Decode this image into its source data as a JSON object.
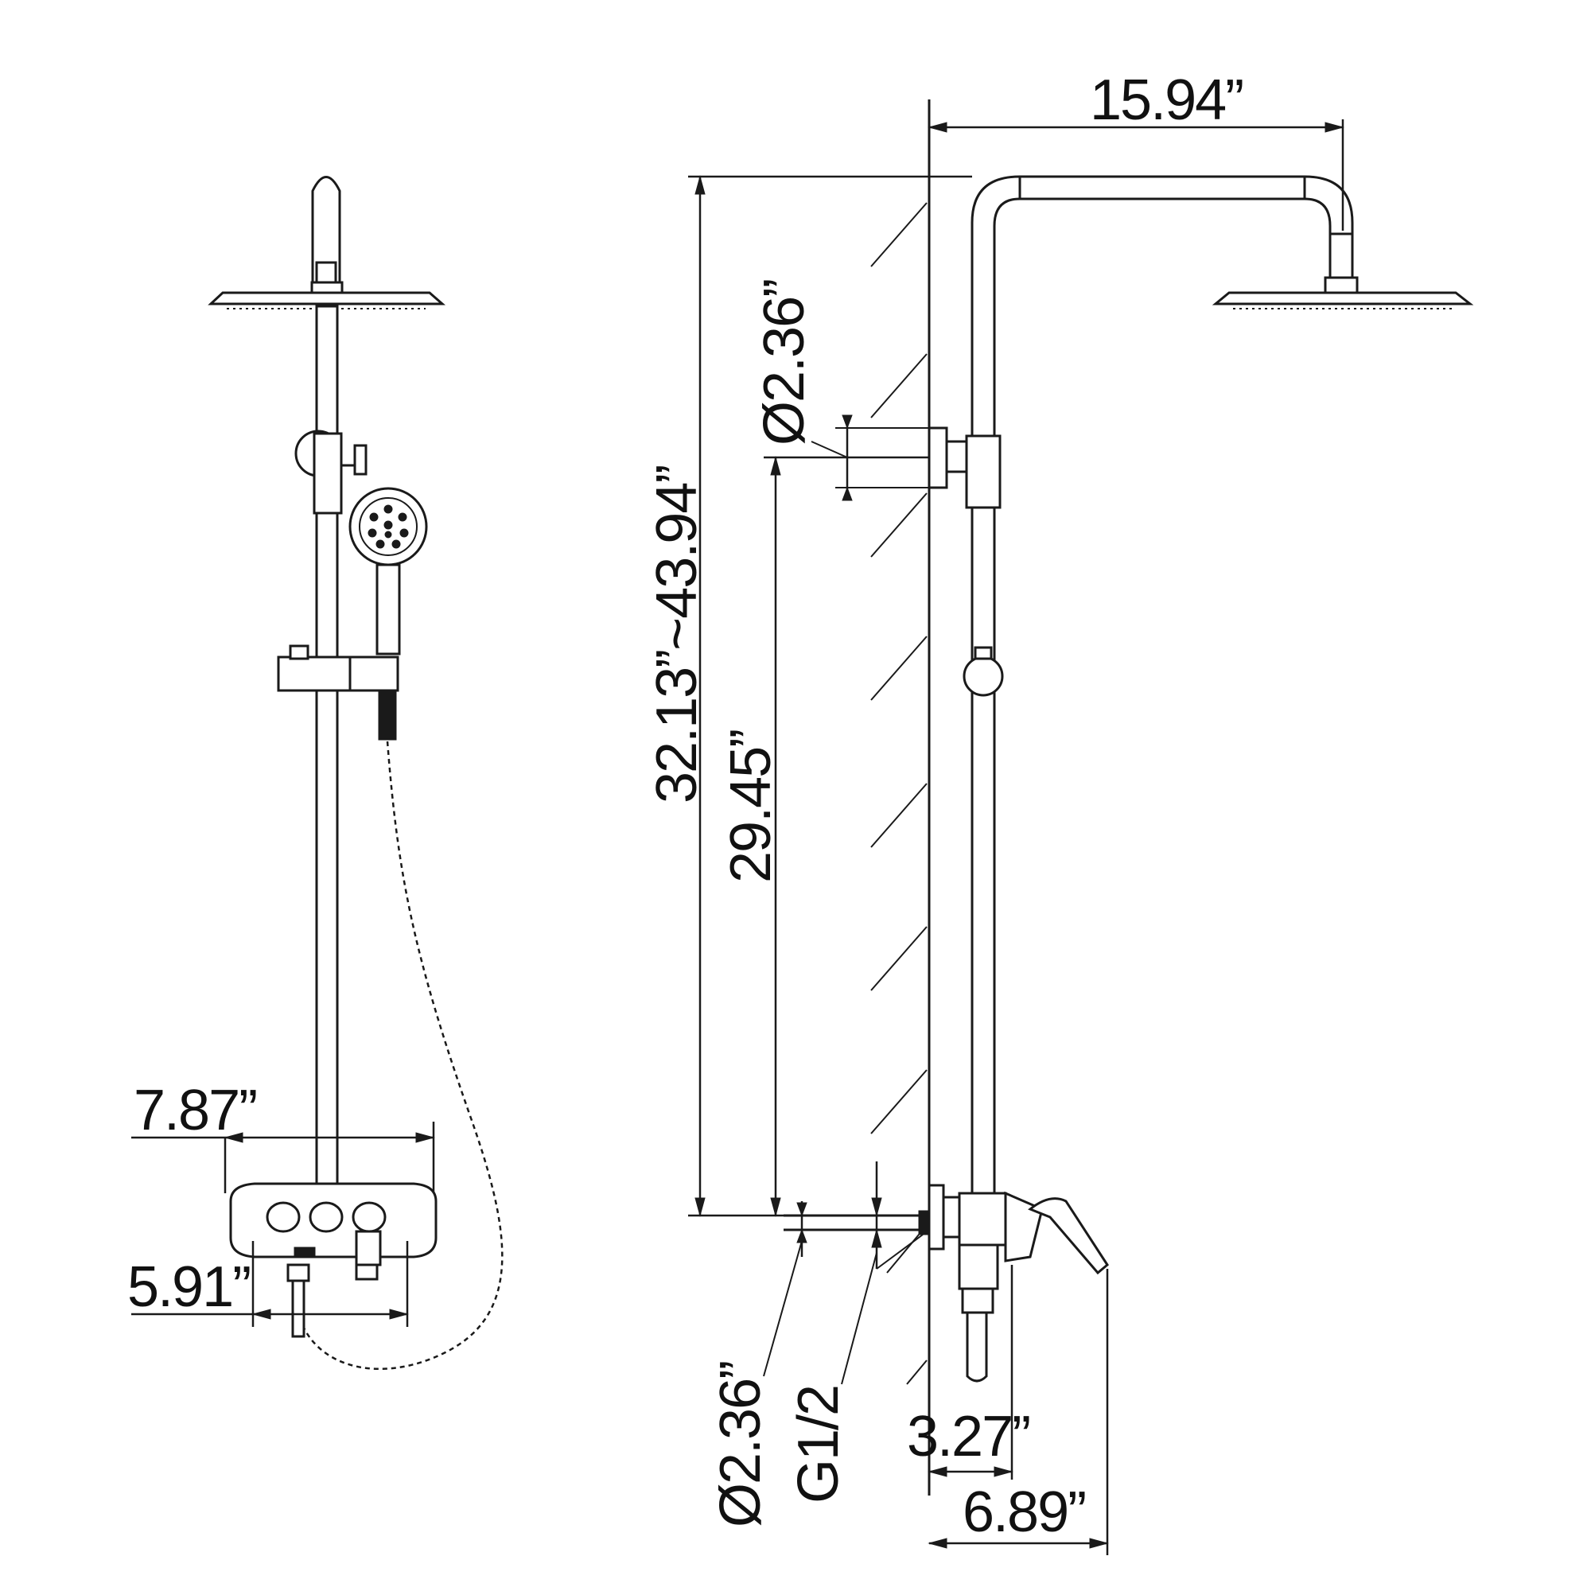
{
  "dimensions": {
    "top_width": "15.94”",
    "overall_height": "32.13”~43.94”",
    "bracket_to_inlet": "29.45”",
    "upper_flange_dia": "Ø2.36”",
    "lower_flange_dia": "Ø2.36”",
    "thread": "G1/2",
    "mixer_width": "7.87”",
    "inlet_spacing": "5.91”",
    "wall_to_bar": "3.27”",
    "wall_to_spout": "6.89”"
  }
}
